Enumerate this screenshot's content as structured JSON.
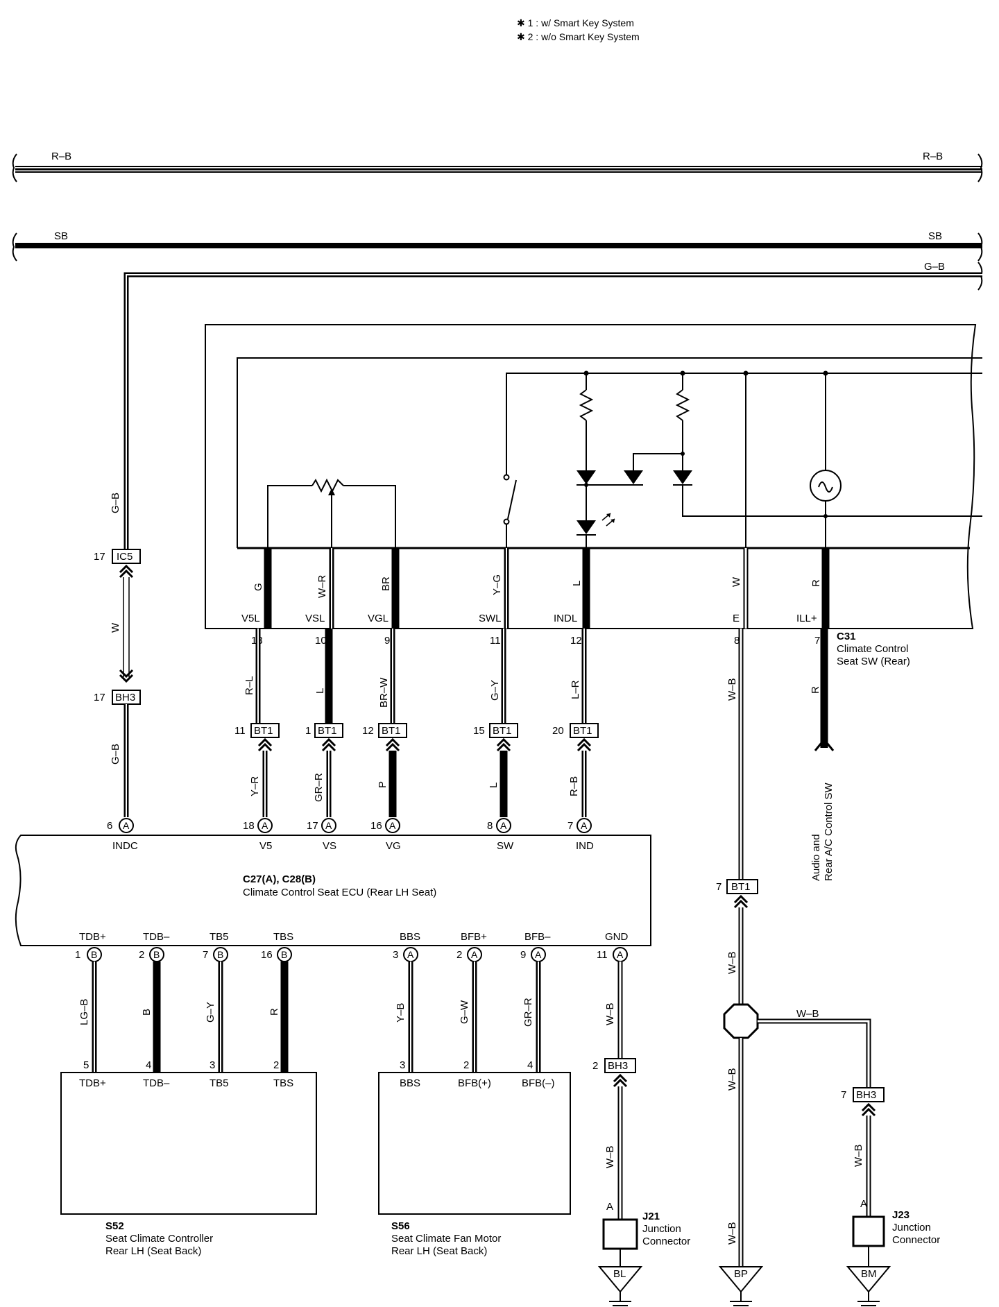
{
  "notes": {
    "note1": "✱ 1 : w/ Smart Key System",
    "note2": "✱ 2 : w/o Smart Key System"
  },
  "buses": {
    "rb": "R–B",
    "sb": "SB",
    "gb": "G–B"
  },
  "wires": {
    "gb_upper": "G–B",
    "w_ic5_bh3": "W",
    "gb_lower": "G–B",
    "sw_g": "G",
    "sw_wr": "W–R",
    "sw_br": "BR",
    "sw_yg": "Y–G",
    "sw_l": "L",
    "sw_w": "W",
    "sw_r": "R",
    "mid_rl": "R–L",
    "mid_l": "L",
    "mid_brw": "BR–W",
    "mid_gy": "G–Y",
    "mid_lr": "L–R",
    "mid_wb": "W–B",
    "mid_r": "R",
    "low_yr": "Y–R",
    "low_grr": "GR–R",
    "low_p": "P",
    "low_l": "L",
    "low_rb": "R–B",
    "seat_lgb": "LG–B",
    "seat_b": "B",
    "seat_gy": "G–Y",
    "seat_r": "R",
    "fan_yb": "Y–B",
    "fan_gw": "G–W",
    "fan_grr": "GR–R",
    "gnd_wb1": "W–B",
    "gnd_wb2": "W–B",
    "e_wb1": "W–B",
    "e_wb2": "W–B",
    "e_wb3": "W–B",
    "j23_wb1": "W–B",
    "j23_wb2": "W–B"
  },
  "audio_label": {
    "line1": "Audio and",
    "line2": "Rear A/C Control SW"
  },
  "connectors": {
    "ic5": {
      "name": "IC5",
      "pin": "17"
    },
    "bh3_top": {
      "name": "BH3",
      "pin": "17"
    },
    "bt1_a": {
      "name": "BT1",
      "pin": "11"
    },
    "bt1_b": {
      "name": "BT1",
      "pin": "1"
    },
    "bt1_c": {
      "name": "BT1",
      "pin": "12"
    },
    "bt1_d": {
      "name": "BT1",
      "pin": "15"
    },
    "bt1_e": {
      "name": "BT1",
      "pin": "20"
    },
    "bt1_f": {
      "name": "BT1",
      "pin": "7"
    },
    "bh3_gnd": {
      "name": "BH3",
      "pin": "2"
    },
    "bh3_j23": {
      "name": "BH3",
      "pin": "7"
    }
  },
  "switch_unit": {
    "code": "C31",
    "line1": "Climate Control",
    "line2": "Seat SW (Rear)",
    "terminals": [
      "V5L",
      "VSL",
      "VGL",
      "SWL",
      "INDL",
      "E",
      "ILL+"
    ],
    "pins": [
      "13",
      "10",
      "9",
      "11",
      "12",
      "8",
      "7"
    ]
  },
  "ecu": {
    "code": "C27(A), C28(B)",
    "name": "Climate Control Seat ECU (Rear LH Seat)",
    "top_terminals": [
      "INDC",
      "V5",
      "VS",
      "VG",
      "SW",
      "IND"
    ],
    "top_pins": [
      "6",
      "18",
      "17",
      "16",
      "8",
      "7"
    ],
    "top_letters": [
      "A",
      "A",
      "A",
      "A",
      "A",
      "A"
    ],
    "bottom_terminals": [
      "TDB+",
      "TDB–",
      "TB5",
      "TBS",
      "BBS",
      "BFB+",
      "BFB–",
      "GND"
    ],
    "bottom_pins": [
      "1",
      "2",
      "7",
      "16",
      "3",
      "2",
      "9",
      "11"
    ],
    "bottom_letters": [
      "B",
      "B",
      "B",
      "B",
      "A",
      "A",
      "A",
      "A"
    ]
  },
  "seat_controller": {
    "code": "S52",
    "line1": "Seat Climate Controller",
    "line2": "Rear LH (Seat Back)",
    "terminals": [
      "TDB+",
      "TDB–",
      "TB5",
      "TBS"
    ],
    "pins": [
      "5",
      "4",
      "3",
      "2"
    ]
  },
  "fan_motor": {
    "code": "S56",
    "line1": "Seat Climate Fan Motor",
    "line2": "Rear LH (Seat Back)",
    "terminals": [
      "BBS",
      "BFB(+)",
      "BFB(–)"
    ],
    "pins": [
      "3",
      "2",
      "4"
    ]
  },
  "j21": {
    "code": "J21",
    "line1": "Junction",
    "line2": "Connector",
    "pin": "A"
  },
  "j23": {
    "code": "J23",
    "line1": "Junction",
    "line2": "Connector",
    "pin": "A"
  },
  "grounds": {
    "g1": "BL",
    "g2": "BP",
    "g3": "BM"
  }
}
